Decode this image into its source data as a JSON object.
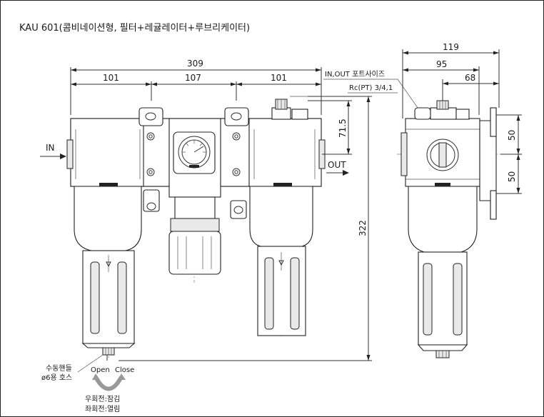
{
  "title": "KAU 601(콤비네이션형, 필터+레귤레이터+루브리케이터)",
  "dims": {
    "total_width": "309",
    "left_unit": "101",
    "mid_unit": "107",
    "right_unit": "101",
    "height_total": "322",
    "port_offset": "71.5",
    "side_width": "119",
    "side_mid": "95",
    "side_inner": "68",
    "bracket_top": "50",
    "bracket_bottom": "50"
  },
  "labels": {
    "port_size_label": "IN,OUT 포트사이즈",
    "port_size_value": "Rc(PT) 3/4,1",
    "in_label": "IN",
    "out_label": "OUT",
    "drain_label_line1": "수동핸들",
    "drain_label_line2": "ø6용 호스",
    "open": "Open",
    "close": "Close",
    "rotation_line1": "우회전:잠김",
    "rotation_line2": "좌회전:열림"
  }
}
